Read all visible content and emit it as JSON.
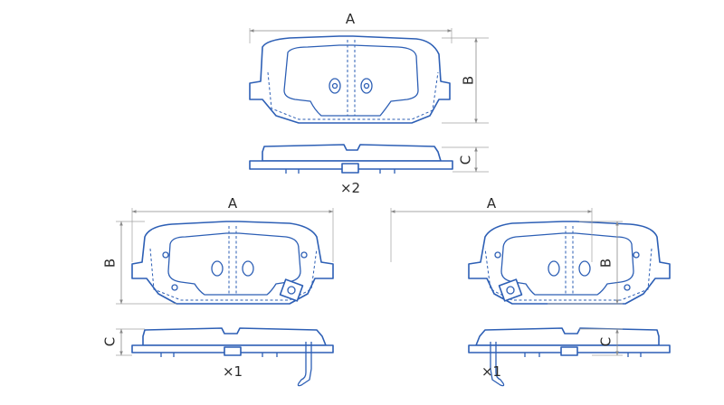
{
  "title": "",
  "dimensions": {
    "a_label": "A",
    "b_label": "B",
    "c_label": "C"
  },
  "quantities": {
    "top": "×2",
    "bottom_left": "×1",
    "bottom_right": "×1"
  },
  "colors": {
    "outline": "#2d5fb5",
    "dimension_line": "#8a8a8a",
    "text": "#2a2a2a"
  }
}
